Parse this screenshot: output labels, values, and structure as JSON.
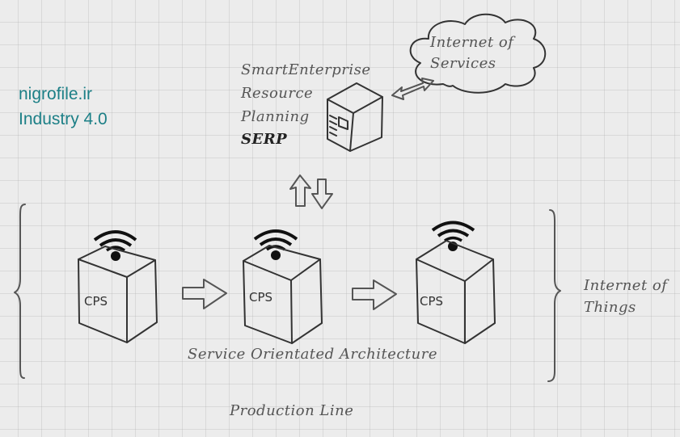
{
  "watermark": {
    "site": "nigrofile.ir",
    "subtitle": "Industry 4.0"
  },
  "serp": {
    "lines": [
      "SmartEnterprise",
      "Resource",
      "Planning"
    ],
    "acronym": "SERP"
  },
  "cloud": {
    "line1": "Internet of",
    "line2": "Services"
  },
  "cps_nodes": [
    {
      "label": "CPS"
    },
    {
      "label": "CPS"
    },
    {
      "label": "CPS"
    }
  ],
  "soa_label": "Service Orientated Architecture",
  "iot": {
    "line1": "Internet of",
    "line2": "Things"
  },
  "production_line": "Production Line",
  "icons": {
    "server": "server-icon",
    "cloud": "cloud-icon",
    "wifi": "wifi-icon",
    "arrow_right": "arrow-right-icon",
    "arrow_updown": "arrow-up-down-icon",
    "arrow_bidirectional": "double-arrow-icon",
    "brace": "curly-brace"
  }
}
